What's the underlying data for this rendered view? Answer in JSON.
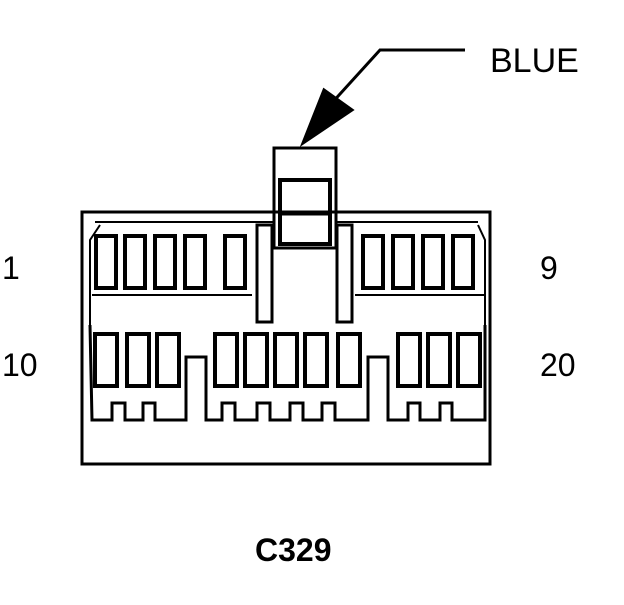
{
  "connector": {
    "name": "C329",
    "color_label": "BLUE",
    "colors": {
      "line": "#000000",
      "background": "#ffffff"
    }
  },
  "pins": {
    "first_top": "1",
    "last_top": "9",
    "first_bottom": "10",
    "last_bottom": "20"
  }
}
